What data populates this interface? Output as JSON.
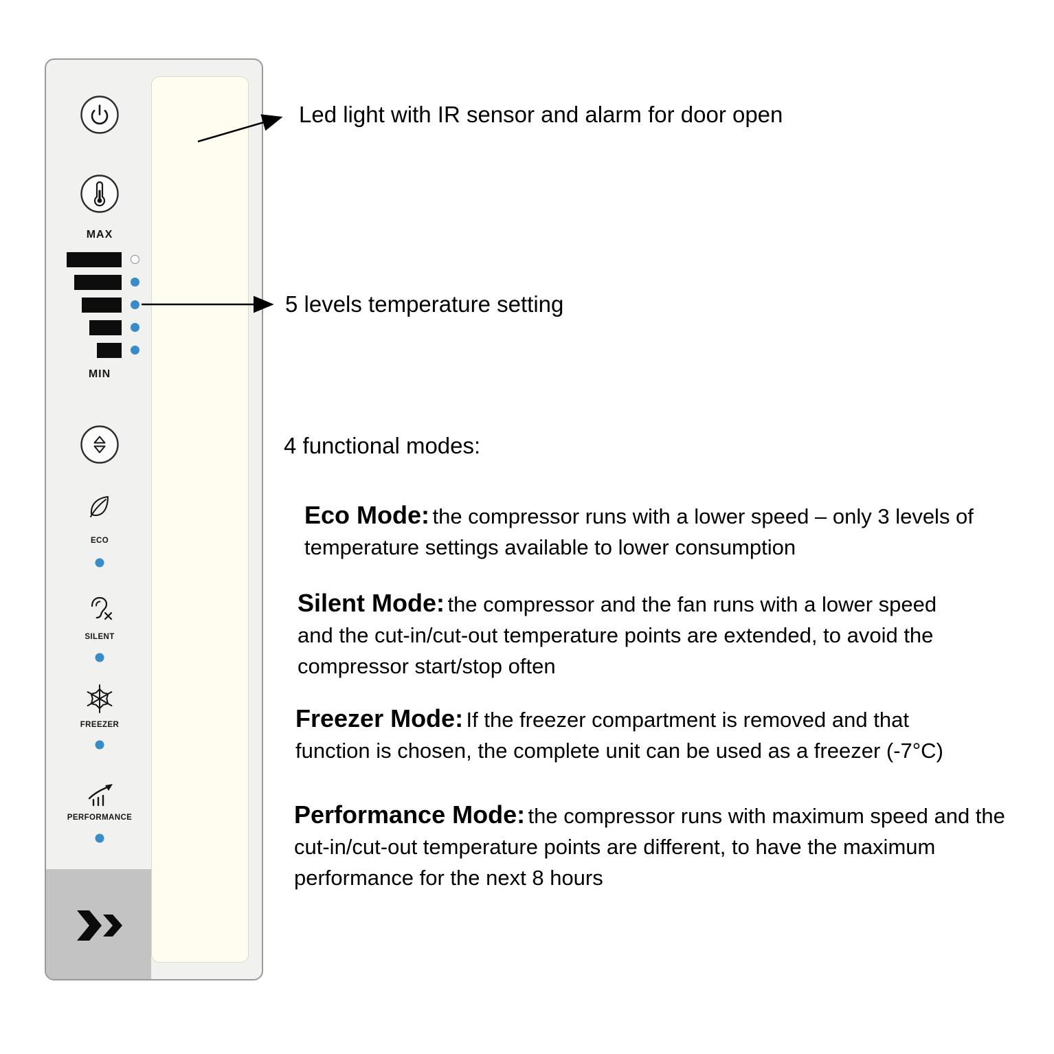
{
  "panel": {
    "colors": {
      "body": "#f1f1f0",
      "border": "#9a9a9a",
      "led_strip": "#fffdf0",
      "logo_area": "#c3c3c3",
      "led_on": "#3a8cc8",
      "led_off": "#ffffff",
      "icon": "#161616"
    },
    "labels": {
      "max": "MAX",
      "min": "MIN",
      "eco": "ECO",
      "silent": "SILENT",
      "freezer": "FREEZER",
      "performance": "PERFORMANCE"
    },
    "icons": [
      "power-icon",
      "thermometer-icon",
      "up-down-icon",
      "leaf-icon",
      "ear-muted-icon",
      "snowflake-icon",
      "performance-chart-icon",
      "brand-logo-icon"
    ],
    "temperature": {
      "levels": 5,
      "active_leds": 4,
      "inactive_leds": 1
    },
    "mode_indicators_on": true
  },
  "annotations": {
    "led_light": "Led light with IR sensor and alarm for door open",
    "temperature": "5 levels temperature setting",
    "modes_heading": "4 functional modes:",
    "modes": [
      {
        "title": "Eco Mode:",
        "desc": "the compressor runs with a lower speed – only 3 levels of temperature settings available to lower consumption"
      },
      {
        "title": "Silent Mode:",
        "desc": "the compressor and the fan runs with a lower speed and the cut-in/cut-out temperature points are extended, to avoid the compressor start/stop often"
      },
      {
        "title": "Freezer Mode:",
        "desc": "If the freezer compartment is removed and that function is chosen, the complete unit can be used as a freezer (-7°C)"
      },
      {
        "title": "Performance Mode:",
        "desc": "the compressor runs with maximum speed and the cut-in/cut-out temperature points are different, to have the maximum performance for the next 8 hours"
      }
    ]
  }
}
